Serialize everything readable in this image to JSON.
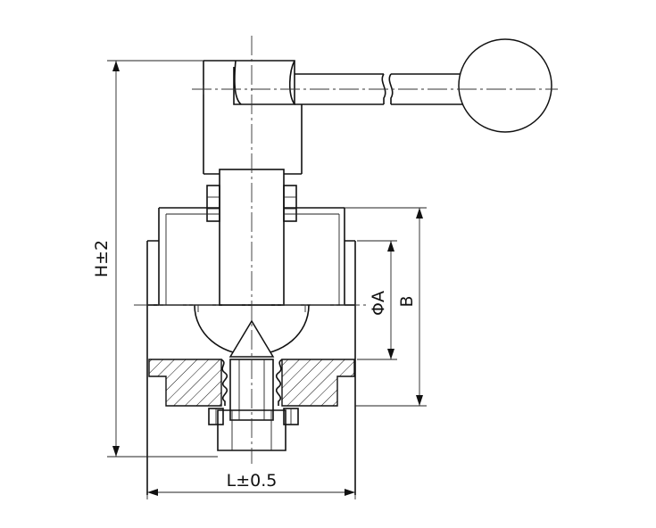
{
  "dimensions": {
    "height_label": "H±2",
    "length_label": "L±0.5",
    "diameter_label": "ΦA",
    "b_label": "B"
  }
}
